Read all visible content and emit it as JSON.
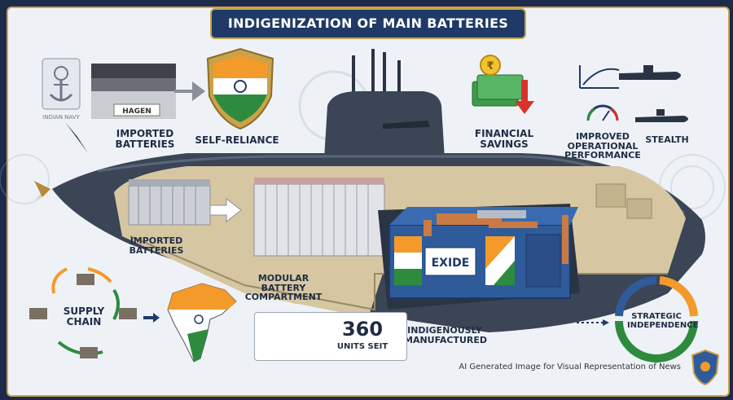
{
  "title": "INDIGENIZATION OF MAIN BATTERIES",
  "navy_seal_text": "INDIAN NAVY",
  "hagen_logo_text": "HAGEN",
  "exide_logo_text": "EXIDE",
  "labels": {
    "imported_batteries_top": "IMPORTED BATTERIES",
    "self_reliance": "SELF-RELIANCE",
    "financial_savings": "FINANCIAL SAVINGS",
    "improved_performance": "IMPROVED OPERATIONAL PERFORMANCE",
    "stealth": "STEALTH",
    "imported_batteries_hull": "IMPORTED BATTERIES",
    "modular_compartment": "MODULAR BATTERY COMPARTMENT",
    "indigenously_manufactured": "INDIGENOUSLY MANUFACTURED",
    "supply_chain": "SUPPLY CHAIN",
    "strategic_independence": "STRATEGIC INDEPENDENCE"
  },
  "counter": {
    "value": "360",
    "unit": "UNITS SEIT"
  },
  "caption": "AI Generated Image for Visual Representation of News",
  "colors": {
    "navy": "#1f3a66",
    "gold": "#c9a24a",
    "saffron": "#f39a2b",
    "green": "#2e8b3d",
    "hull": "#3b4556",
    "battery_blue": "#2f5b9a",
    "copper": "#c97a45"
  }
}
